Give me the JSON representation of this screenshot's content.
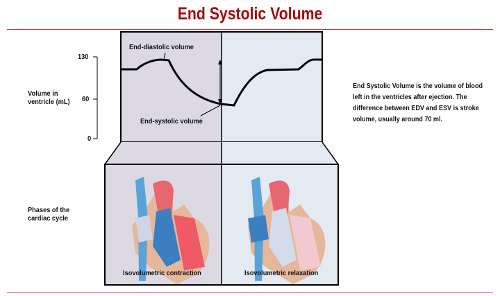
{
  "title": "End Systolic Volume",
  "description": "End Systolic Volume is the volume of blood left in the ventricles after ejection. The difference between EDV and ESV is stroke volume, usually around 70 ml.",
  "y_axis": {
    "label_line1": "Volume in",
    "label_line2": "ventricle (mL)",
    "ticks": [
      "130",
      "60",
      "0"
    ]
  },
  "annotations": {
    "edv": "End-diastolic volume",
    "esv": "End-systolic volume"
  },
  "phases": {
    "label_line1": "Phases of the",
    "label_line2": "cardiac cycle",
    "left": "Isovolumetric contraction",
    "right": "Isovolumetric relaxation"
  },
  "colors": {
    "title": "#a50a0a",
    "left_panel": "#dcd9e3",
    "right_panel": "#e3eaf2"
  }
}
